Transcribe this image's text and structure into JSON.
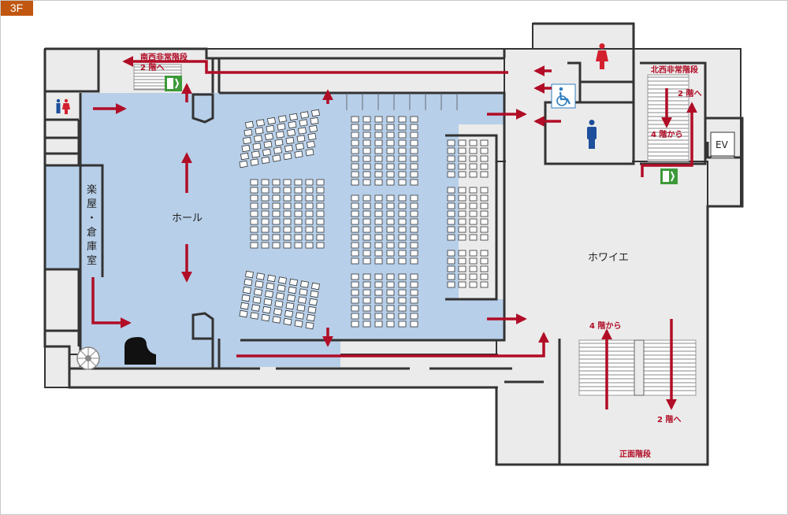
{
  "floor": "3F",
  "rooms": {
    "hall": "ホール",
    "foyer": "ホワイエ",
    "dressing_storage": "楽屋・倉庫室",
    "elevator": "EV"
  },
  "stairs": {
    "southwest_exit": "南西非常階段",
    "southwest_to2": "2 階へ",
    "northwest_exit": "北西非常階段",
    "northwest_to2": "2 階へ",
    "northwest_from4": "4 階から",
    "main_stairs": "正面階段",
    "main_from4": "4 階から",
    "main_to2": "2 階へ"
  },
  "icons": [
    "restroom-icon",
    "female-restroom-icon",
    "male-restroom-icon",
    "wheelchair-icon",
    "emergency-exit-icon",
    "piano-icon",
    "spiral-stair-icon"
  ],
  "colors": {
    "route_arrow": "#b10d26",
    "blue_area": "#b7cfe9",
    "floor_gray": "#ebebeb",
    "wall": "#333333",
    "badge": "#c0560f",
    "exit_green": "#3d9a3a",
    "restroom_red": "#d3202e",
    "restroom_blue": "#1d4f9c",
    "wheelchair_blue": "#2f7fc1"
  }
}
